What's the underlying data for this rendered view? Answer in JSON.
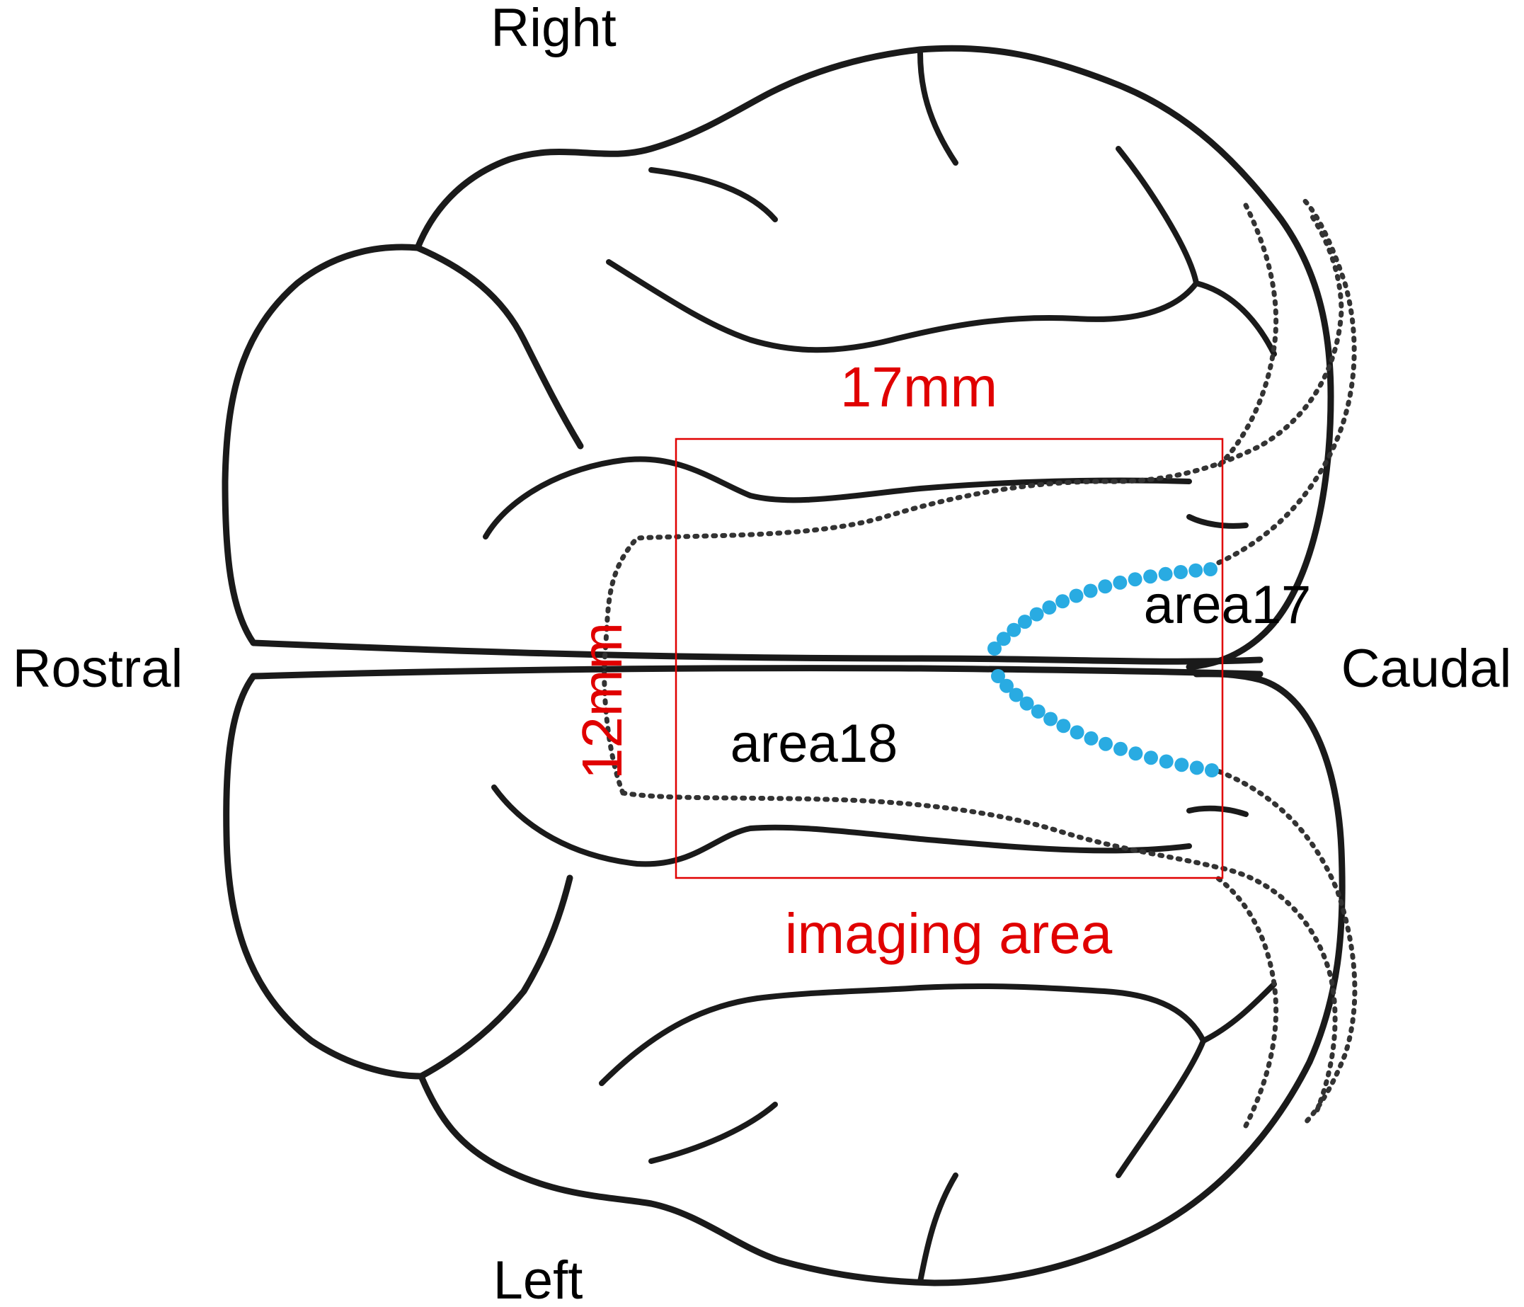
{
  "labels": {
    "right": "Right",
    "left": "Left",
    "rostral": "Rostral",
    "caudal": "Caudal",
    "area17": "area17",
    "area18": "area18",
    "width_mm": "17mm",
    "height_mm": "12mm",
    "imaging_area": "imaging area"
  },
  "colors": {
    "outline": "#1a1a1a",
    "imaging_box": "#e00000",
    "measurement_text": "#e00000",
    "boundary_dots": "#29abe2"
  }
}
